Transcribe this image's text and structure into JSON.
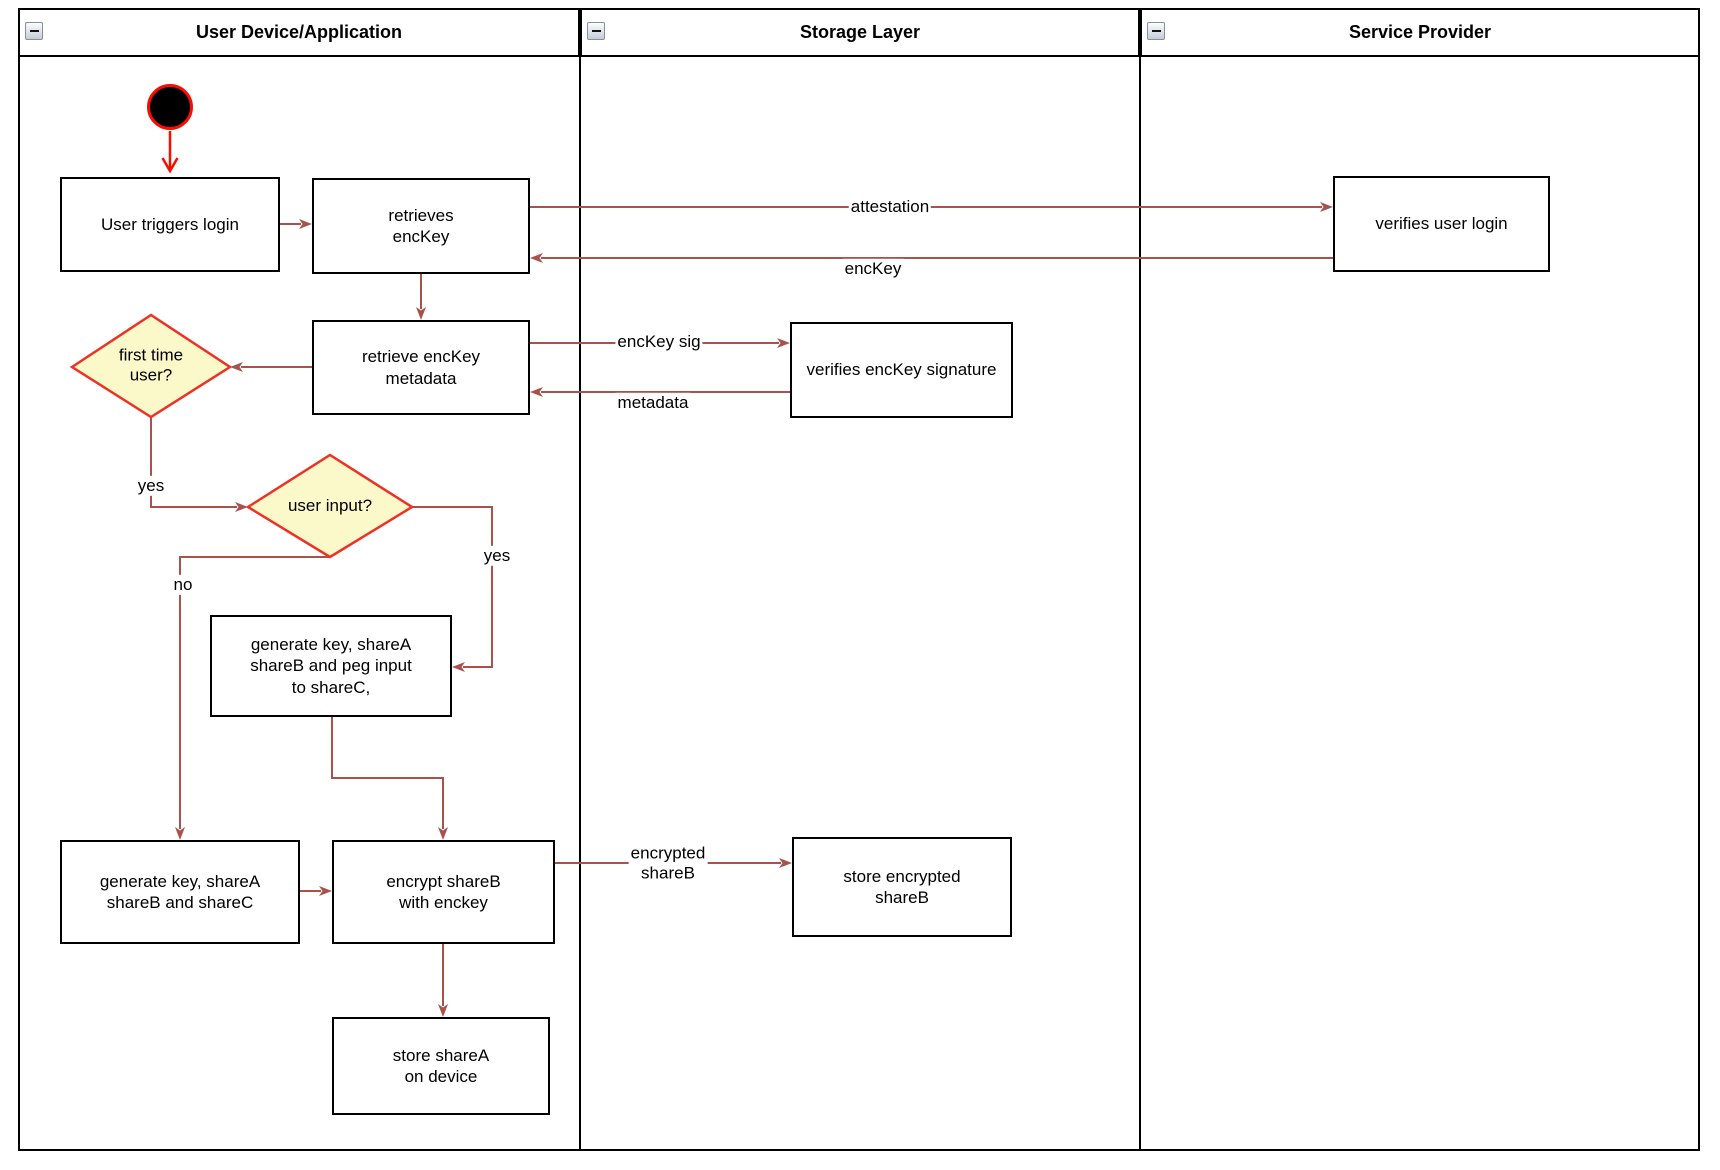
{
  "diagram": {
    "lanes": [
      {
        "title": "User Device/Application"
      },
      {
        "title": "Storage Layer"
      },
      {
        "title": "Service Provider"
      }
    ],
    "nodes": {
      "user_triggers_login": "User triggers login",
      "retrieves_enckey": "retrieves\nencKey",
      "verifies_user_login": "verifies user login",
      "retrieve_enckey_metadata": "retrieve encKey\nmetadata",
      "verifies_enckey_signature": "verifies encKey signature",
      "first_time_user": "first time\nuser?",
      "user_input": "user input?",
      "generate_key_peg_input": "generate key, shareA\nshareB and peg input\nto shareC,",
      "generate_key_sharec": "generate key, shareA\nshareB and shareC",
      "encrypt_shareb": "encrypt shareB\nwith enckey",
      "store_encrypted_shareb": "store encrypted\nshareB",
      "store_sharea": "store shareA\non device"
    },
    "edge_labels": {
      "attestation": "attestation",
      "enckey": "encKey",
      "enckey_sig": "encKey sig",
      "metadata": "metadata",
      "encrypted_shareb": "encrypted\nshareB",
      "yes_first_time": "yes",
      "no_user_input": "no",
      "yes_user_input": "yes"
    },
    "icons": {
      "lane_collapse": "minus-box-icon"
    },
    "colors": {
      "edge": "#a9524c",
      "start_accent": "#f90d00",
      "decision_fill": "#fbf8c9",
      "decision_border": "#ee3124",
      "node_border": "#000000",
      "node_fill": "#ffffff"
    }
  }
}
